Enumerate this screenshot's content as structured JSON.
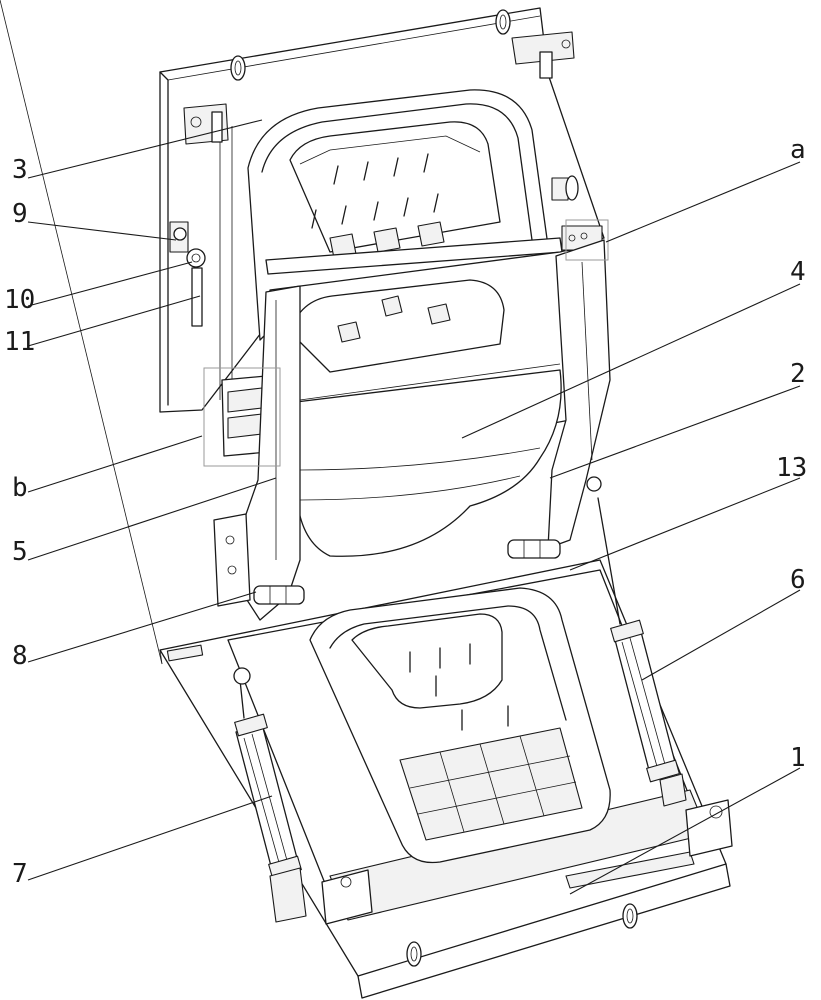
{
  "labels": [
    {
      "id": "3",
      "text": "3"
    },
    {
      "id": "9",
      "text": "9"
    },
    {
      "id": "10",
      "text": "10"
    },
    {
      "id": "11",
      "text": "11"
    },
    {
      "id": "a",
      "text": "a"
    },
    {
      "id": "4",
      "text": "4"
    },
    {
      "id": "2",
      "text": "2"
    },
    {
      "id": "13",
      "text": "13"
    },
    {
      "id": "b",
      "text": "b"
    },
    {
      "id": "5",
      "text": "5"
    },
    {
      "id": "8",
      "text": "8"
    },
    {
      "id": "6",
      "text": "6"
    },
    {
      "id": "1",
      "text": "1"
    },
    {
      "id": "7",
      "text": "7"
    }
  ]
}
